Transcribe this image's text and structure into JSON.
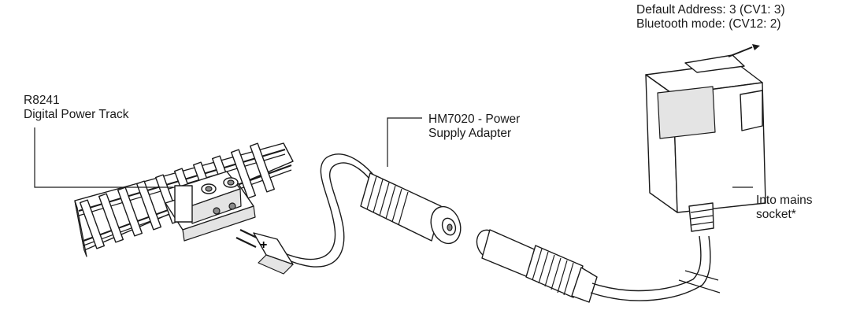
{
  "labels": {
    "default_address": "Default Address: 3 (CV1: 3)",
    "bluetooth_mode": "Bluetooth mode: (CV12: 2)",
    "track_code": "R8241",
    "track_name": "Digital Power Track",
    "adapter_line1": "HM7020 - Power",
    "adapter_line2": "Supply Adapter",
    "mains_line1": "Into mains",
    "mains_line2": "socket*"
  },
  "icons": {
    "plus_sign": "+"
  }
}
